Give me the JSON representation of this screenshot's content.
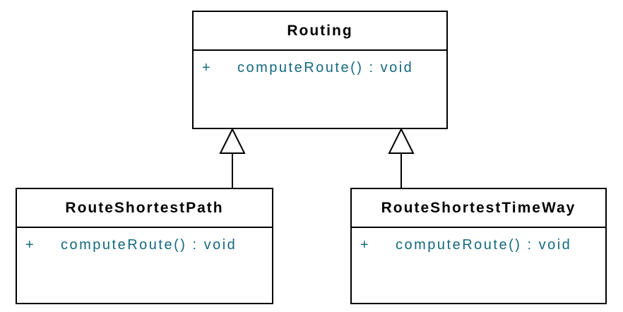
{
  "diagram": {
    "type": "uml-class-diagram",
    "classes": [
      {
        "name": "Routing",
        "attributes": [],
        "methods": [
          {
            "visibility": "+",
            "signature": "computeRoute() : void"
          }
        ]
      },
      {
        "name": "RouteShortestPath",
        "attributes": [],
        "methods": [
          {
            "visibility": "+",
            "signature": "computeRoute() : void"
          }
        ]
      },
      {
        "name": "RouteShortestTimeWay",
        "attributes": [],
        "methods": [
          {
            "visibility": "+",
            "signature": "computeRoute() : void"
          }
        ]
      }
    ],
    "relations": [
      {
        "type": "generalization",
        "from": "RouteShortestPath",
        "to": "Routing"
      },
      {
        "type": "generalization",
        "from": "RouteShortestTimeWay",
        "to": "Routing"
      }
    ],
    "colors": {
      "border": "#000000",
      "background": "#ffffff",
      "class_name_text": "#000000",
      "method_text": "#14697D"
    }
  }
}
